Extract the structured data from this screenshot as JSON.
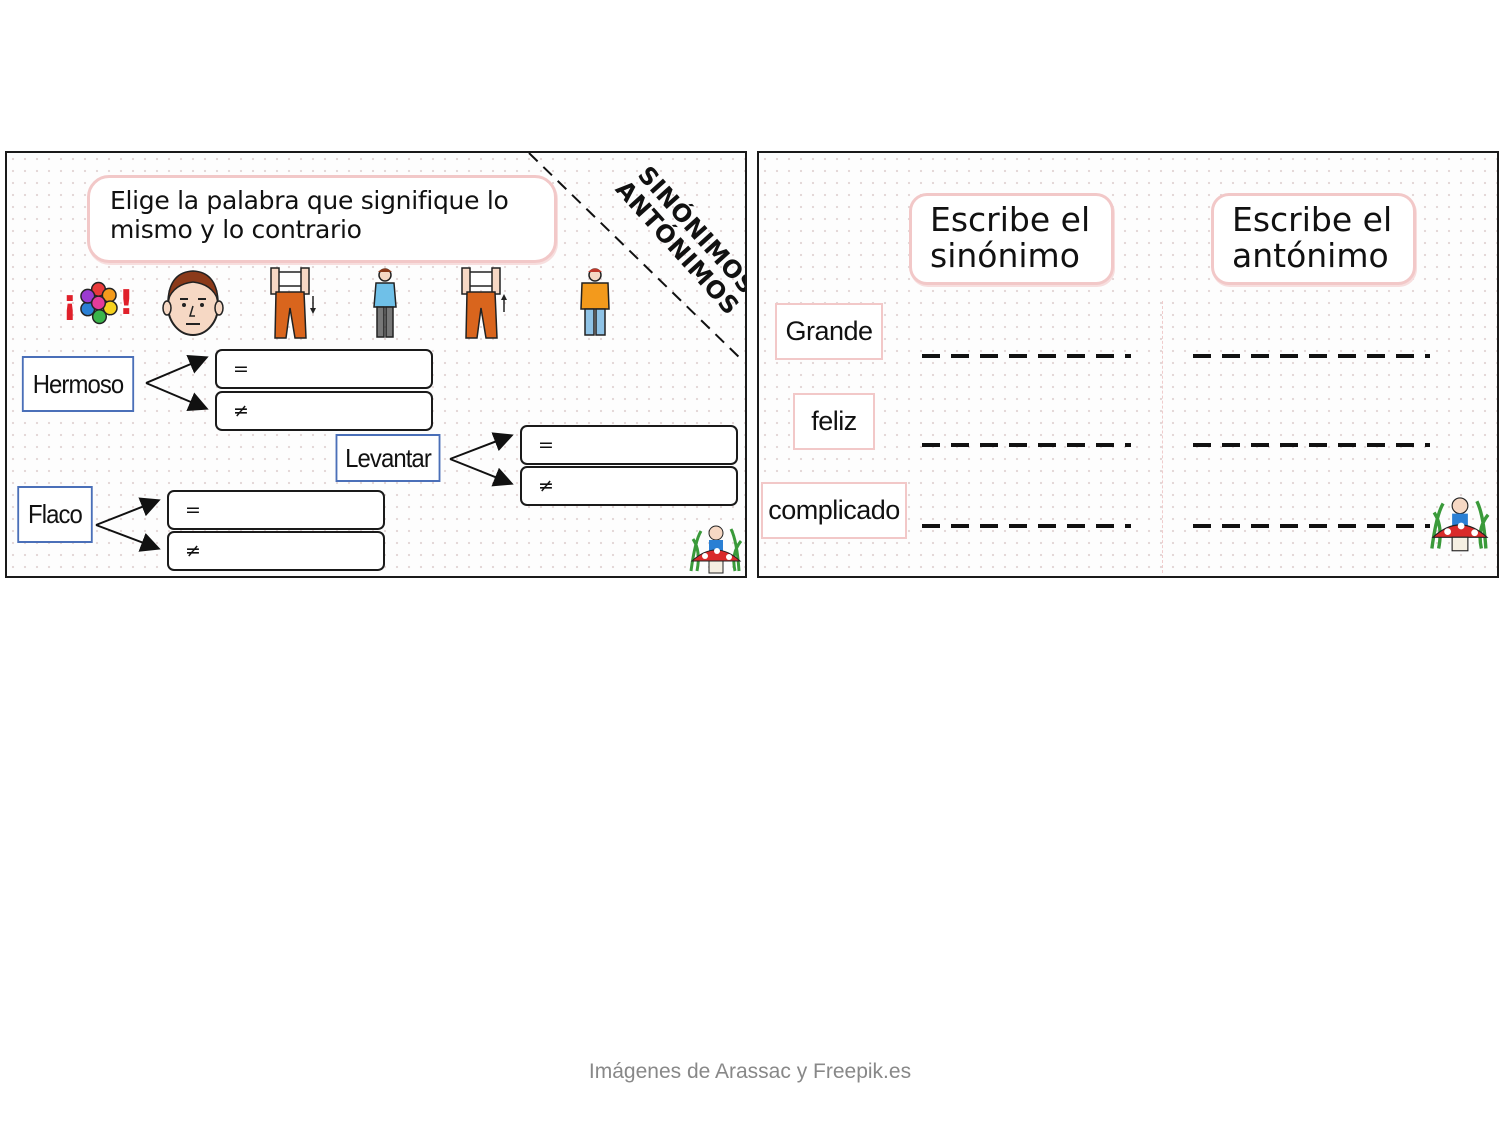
{
  "left_card": {
    "instruction": "Elige la palabra que signifique lo mismo y lo contrario",
    "title_line1": "SINÓNIMOS",
    "title_line2": "ANTÓNIMOS",
    "pictograms": {
      "flower_exclaim_open": "¡",
      "flower_exclaim_close": "!"
    },
    "groups": [
      {
        "word": "Hermoso",
        "same_symbol": "=",
        "different_symbol": "≠"
      },
      {
        "word": "Levantar",
        "same_symbol": "=",
        "different_symbol": "≠"
      },
      {
        "word": "Flaco",
        "same_symbol": "=",
        "different_symbol": "≠"
      }
    ]
  },
  "right_card": {
    "header_synonym": "Escribe el sinónimo",
    "header_antonym": "Escribe el antónimo",
    "words": [
      "Grande",
      "feliz",
      "complicado"
    ]
  },
  "footer": "Imágenes de Arassac y Freepik.es",
  "colors": {
    "word_box_border": "#4a6fb8",
    "bubble_border": "#f2c8c8",
    "frame": "#1a1a1a"
  }
}
